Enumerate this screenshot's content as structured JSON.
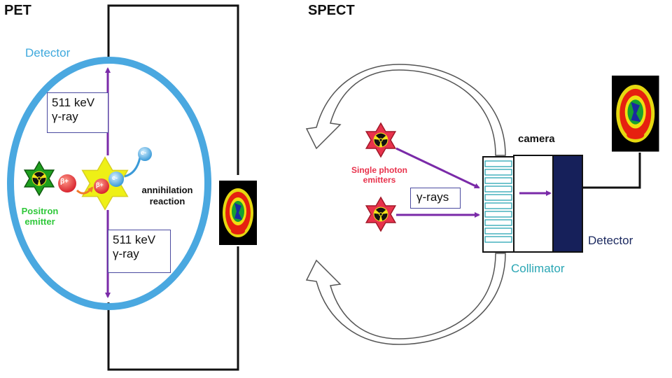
{
  "pet": {
    "title": "PET",
    "detector_label": "Detector",
    "gamma_top": {
      "energy": "511 keV",
      "kind": "γ-ray"
    },
    "gamma_bottom": {
      "energy": "511 keV",
      "kind": "γ-ray"
    },
    "positron_emitter_label": "Positron emitter",
    "beta_plus": "β+",
    "electron": "e-",
    "annihilation_label": "annihilation reaction"
  },
  "spect": {
    "title": "SPECT",
    "emitters_label": "Single photon emitters",
    "gamma_rays_label": "γ-rays",
    "camera_label": "camera",
    "collimator_label": "Collimator",
    "detector_label": "Detector"
  },
  "colors": {
    "detector_ring": "#4aa8e0",
    "arrow_purple": "#7a2aa8",
    "positron_green": "#2fc83a",
    "single_photon_red": "#e8324c",
    "collimator_teal": "#2aa6b4",
    "detector_navy": "#1c2a60",
    "annihilation_yellow": "#eef016"
  },
  "icons": [
    "radiation-icon",
    "brain-scan-icon",
    "rotation-arrow-icon"
  ]
}
